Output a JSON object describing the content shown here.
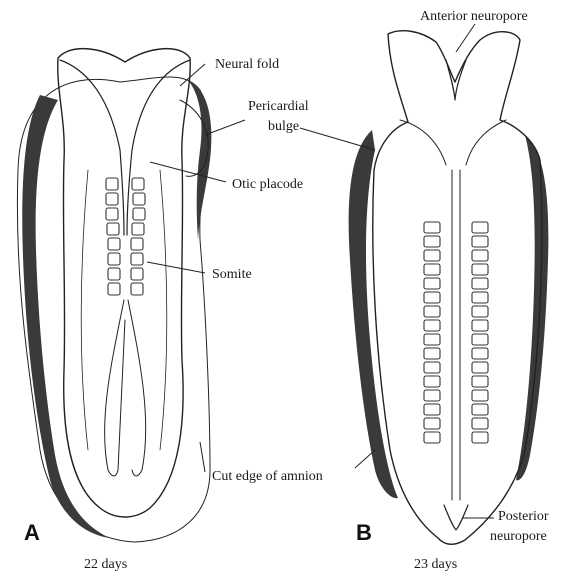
{
  "labels": {
    "neural_fold": "Neural fold",
    "pericardial_bulge_line1": "Pericardial",
    "pericardial_bulge_line2": "bulge",
    "otic_placode": "Otic placode",
    "somite": "Somite",
    "anterior_neuropore": "Anterior neuropore",
    "cut_edge_of_amnion": "Cut edge of amnion",
    "posterior_neuropore_line1": "Posterior",
    "posterior_neuropore_line2": "neuropore"
  },
  "panels": {
    "a": {
      "letter": "A",
      "caption": "22 days"
    },
    "b": {
      "letter": "B",
      "caption": "23 days"
    }
  },
  "colors": {
    "ink": "#222222",
    "shadow": "#3a3a3a",
    "background": "#ffffff"
  }
}
